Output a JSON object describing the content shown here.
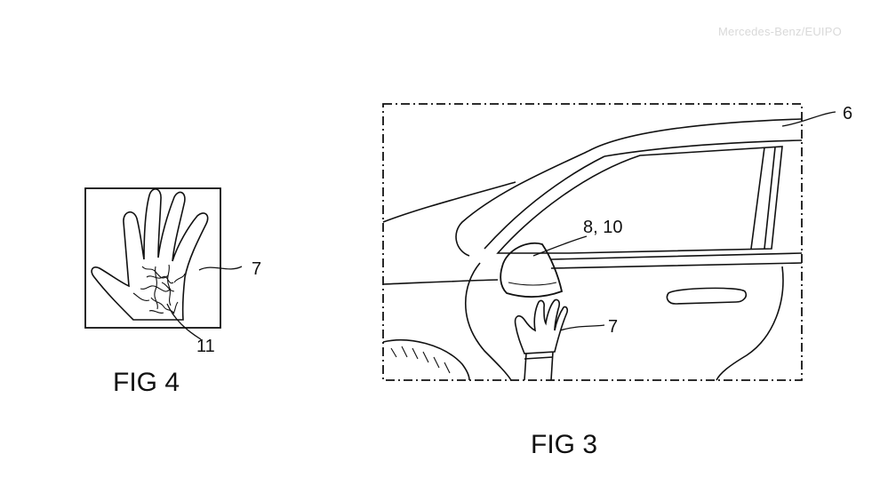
{
  "watermark": "Mercedes-Benz/EUIPO",
  "figures": {
    "fig4": {
      "caption": "FIG 4",
      "refs": {
        "hand": "7",
        "veins": "11"
      }
    },
    "fig3": {
      "caption": "FIG 3",
      "refs": {
        "roof": "6",
        "mirror": "8, 10",
        "hand": "7"
      }
    }
  },
  "colors": {
    "line": "#111111",
    "background": "#ffffff",
    "watermark": "#d9d9d9"
  }
}
